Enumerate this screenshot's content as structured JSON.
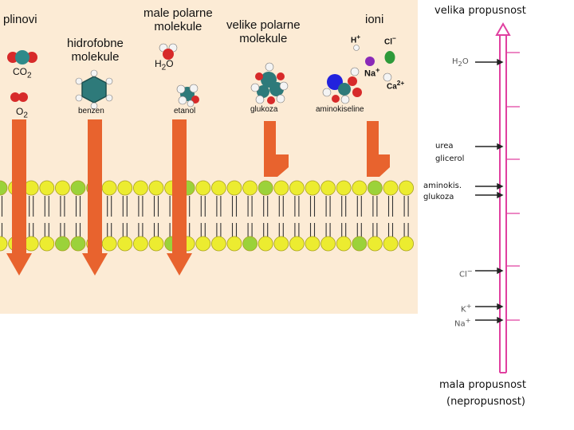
{
  "colors": {
    "background": "#fcebd5",
    "arrow": "#e8632e",
    "head_yellow": "#ecec30",
    "head_green": "#9bd23a",
    "scale_line": "#e040a0"
  },
  "categories": {
    "gases": "plinovi",
    "hydrophobic": [
      "hidrofobne",
      "molekule"
    ],
    "small_polar": [
      "male polarne",
      "molekule"
    ],
    "large_polar": [
      "velike polarne",
      "molekule"
    ],
    "ions": "ioni"
  },
  "molecules": {
    "co2": {
      "base": "CO",
      "sub": "2"
    },
    "o2": {
      "base": "O",
      "sub": "2"
    },
    "benzene": "benzen",
    "water": {
      "base": "H",
      "sub": "2",
      "tail": "O"
    },
    "ethanol": "etanol",
    "glucose": "glukoza",
    "amino_acids": "aminokiseline"
  },
  "ions": {
    "h": {
      "base": "H",
      "sup": "+"
    },
    "cl": {
      "base": "Cl",
      "sup": "−"
    },
    "na": {
      "base": "Na",
      "sup": "+"
    },
    "ca": {
      "base": "Ca",
      "sup": "2+"
    }
  },
  "scale": {
    "top_caption": "velika propusnost",
    "bottom_caption_1": "mala propusnost",
    "bottom_caption_2": "(nepropusnost)",
    "h2o": {
      "base": "H",
      "sub": "2",
      "tail": "O"
    },
    "urea": "urea",
    "glycerol": "glicerol",
    "aminoacids": "aminokis.",
    "glucose": "glukoza",
    "cl": {
      "base": "Cl",
      "sup": "−"
    },
    "k": {
      "base": "K",
      "sup": "+"
    },
    "na": {
      "base": "Na",
      "sup": "+"
    }
  }
}
